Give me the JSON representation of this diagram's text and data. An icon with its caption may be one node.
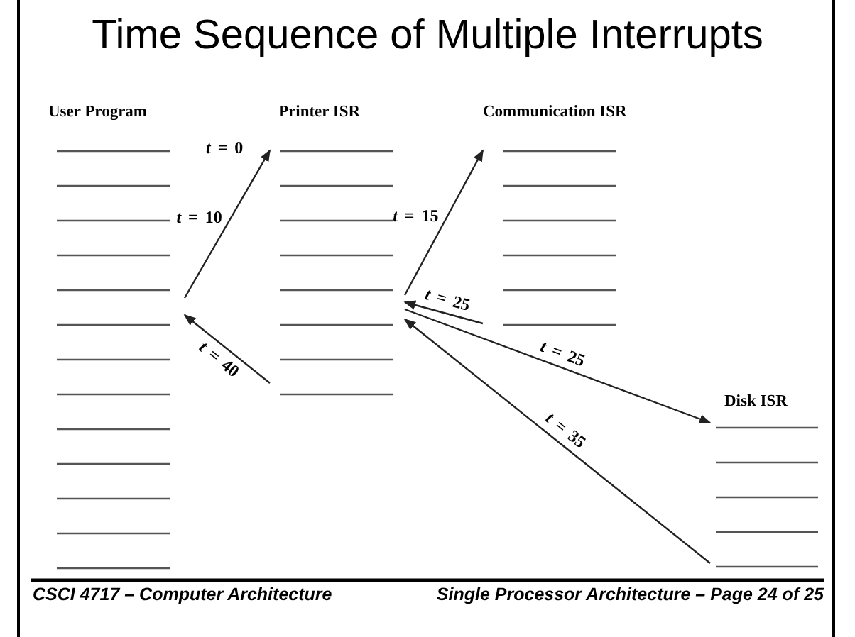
{
  "diagram": {
    "title": "Time Sequence of Multiple Interrupts",
    "nodes": [
      {
        "text": [
          "User Program"
        ]
      },
      {
        "text": [
          "Printer ISR"
        ]
      },
      {
        "text": [
          "Communication ISR"
        ]
      },
      {
        "text": [
          "Disk ISR"
        ]
      }
    ],
    "edges": [
      {
        "from": 0,
        "to": 1,
        "arrow": "to",
        "label": "*t* = 10"
      },
      {
        "from": 1,
        "to": 0,
        "arrow": "to",
        "label": "*t* = 40"
      },
      {
        "from": 1,
        "to": 2,
        "arrow": "to",
        "label": "*t* = 15"
      },
      {
        "from": 2,
        "to": 1,
        "arrow": "to",
        "label": "*t* = 25"
      },
      {
        "from": 1,
        "to": 3,
        "arrow": "to",
        "label": "*t* = 25"
      },
      {
        "from": 3,
        "to": 1,
        "arrow": "to",
        "label": "*t* = 35"
      }
    ],
    "labels": [
      "*t* = 0",
      "CSCI 4717 – Computer Architecture",
      "Single Processor Architecture – Page 24 of 25"
    ]
  }
}
